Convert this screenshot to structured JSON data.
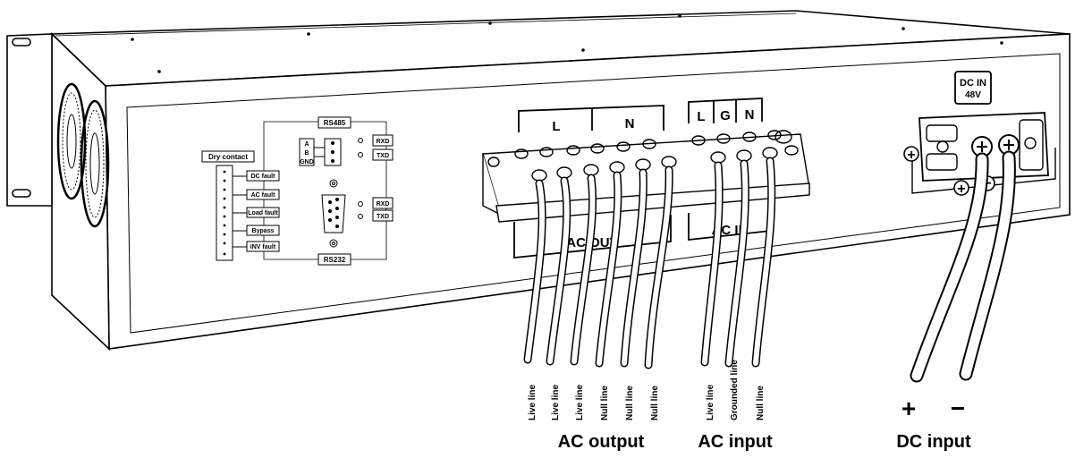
{
  "rs485": {
    "title": "RS485",
    "pins": [
      "A",
      "B",
      "GND"
    ],
    "signals": [
      "RXD",
      "TXD"
    ]
  },
  "rs232": {
    "title": "RS232",
    "signals": [
      "RXD",
      "TXD"
    ]
  },
  "dry_contact": {
    "title": "Dry contact",
    "items": [
      "DC fault",
      "AC fault",
      "Load fault",
      "Bypass",
      "INV fault"
    ]
  },
  "terminal_block": {
    "top_labels": [
      "L",
      "N",
      "L",
      "G",
      "N"
    ],
    "ac_out_label": "AC OUT",
    "ac_in_label": "AC IN"
  },
  "dc_in": {
    "line1": "DC IN",
    "line2": "48V",
    "plus_symbol": "+",
    "minus_symbol": "−"
  },
  "wires": {
    "ac_output": [
      "Live line",
      "Live line",
      "Live line",
      "Null line",
      "Null line",
      "Null line"
    ],
    "ac_input": [
      "Live line",
      "Grounded line",
      "Null line"
    ]
  },
  "groups": {
    "ac_output": "AC output",
    "ac_input": "AC input",
    "dc_input": "DC input",
    "dc_plus": "+",
    "dc_minus": "−"
  }
}
